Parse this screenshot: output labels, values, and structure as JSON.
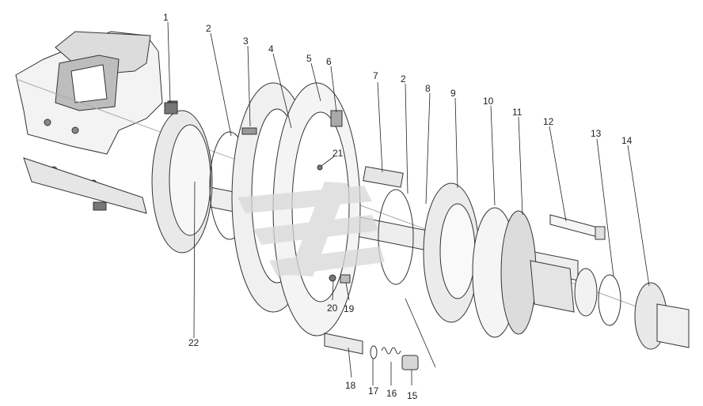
{
  "diagram": {
    "callouts": [
      "1",
      "2",
      "3",
      "4",
      "5",
      "6",
      "7",
      "2",
      "8",
      "9",
      "10",
      "11",
      "12",
      "13",
      "14",
      "15",
      "16",
      "17",
      "18",
      "19",
      "20",
      "21",
      "22"
    ],
    "colors": {
      "line": "#222222",
      "metal_light": "#f2f2f2",
      "metal_mid": "#d9d9d9",
      "metal_dark": "#9a9a9a",
      "watermark": "#d8d8d8"
    },
    "watermark_icon": "stylized-stripes-logo-icon"
  }
}
